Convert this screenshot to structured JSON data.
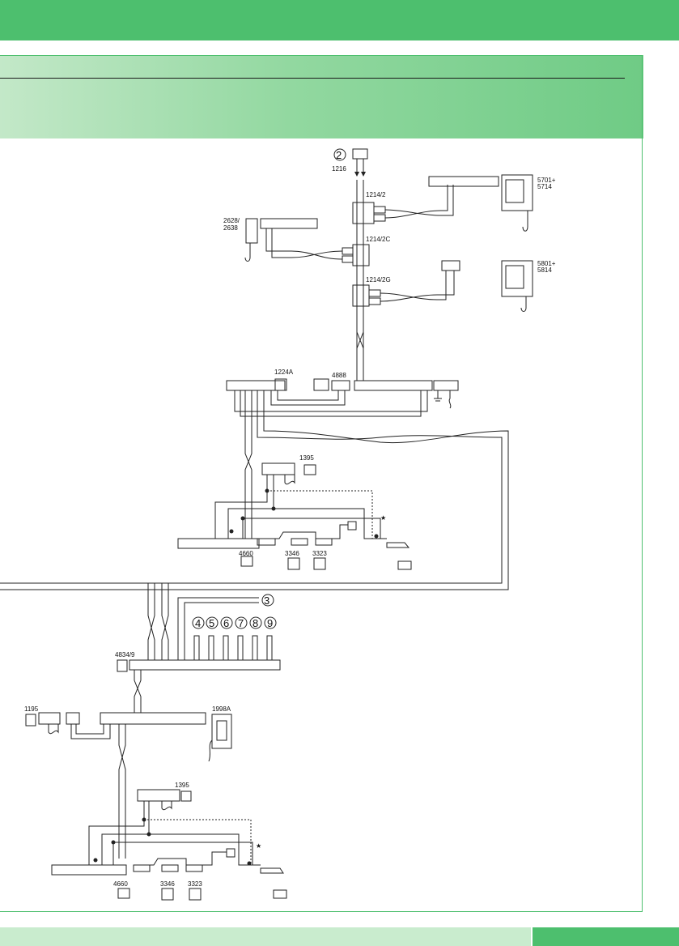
{
  "labels": {
    "ref_2": "2",
    "ref_3": "3",
    "ref_4": "4",
    "ref_5": "5",
    "ref_6": "6",
    "ref_7": "7",
    "ref_8": "8",
    "ref_9": "9",
    "c1216": "1216",
    "c1214_2": "1214/2",
    "c1214_2c": "1214/2C",
    "c1214_2g": "1214/2G",
    "c5701": "5701+",
    "c5714": "5714",
    "c5801": "5801+",
    "c5814": "5814",
    "c2628": "2628/",
    "c2638": "2638",
    "c1224a": "1224A",
    "c4888": "4888",
    "c1395a": "1395",
    "c4660a": "4660",
    "c3346a": "3346",
    "c3323a": "3323",
    "c4834": "4834/9",
    "c1195": "1195",
    "c1998a": "1998A",
    "c1395b": "1395",
    "c4660b": "4660",
    "c3346b": "3346",
    "c3323b": "3323",
    "star_a": "★",
    "star_b": "★"
  },
  "colors": {
    "accent_green": "#4dbf6e",
    "light_green": "#c9ecce",
    "line": "#222222"
  }
}
